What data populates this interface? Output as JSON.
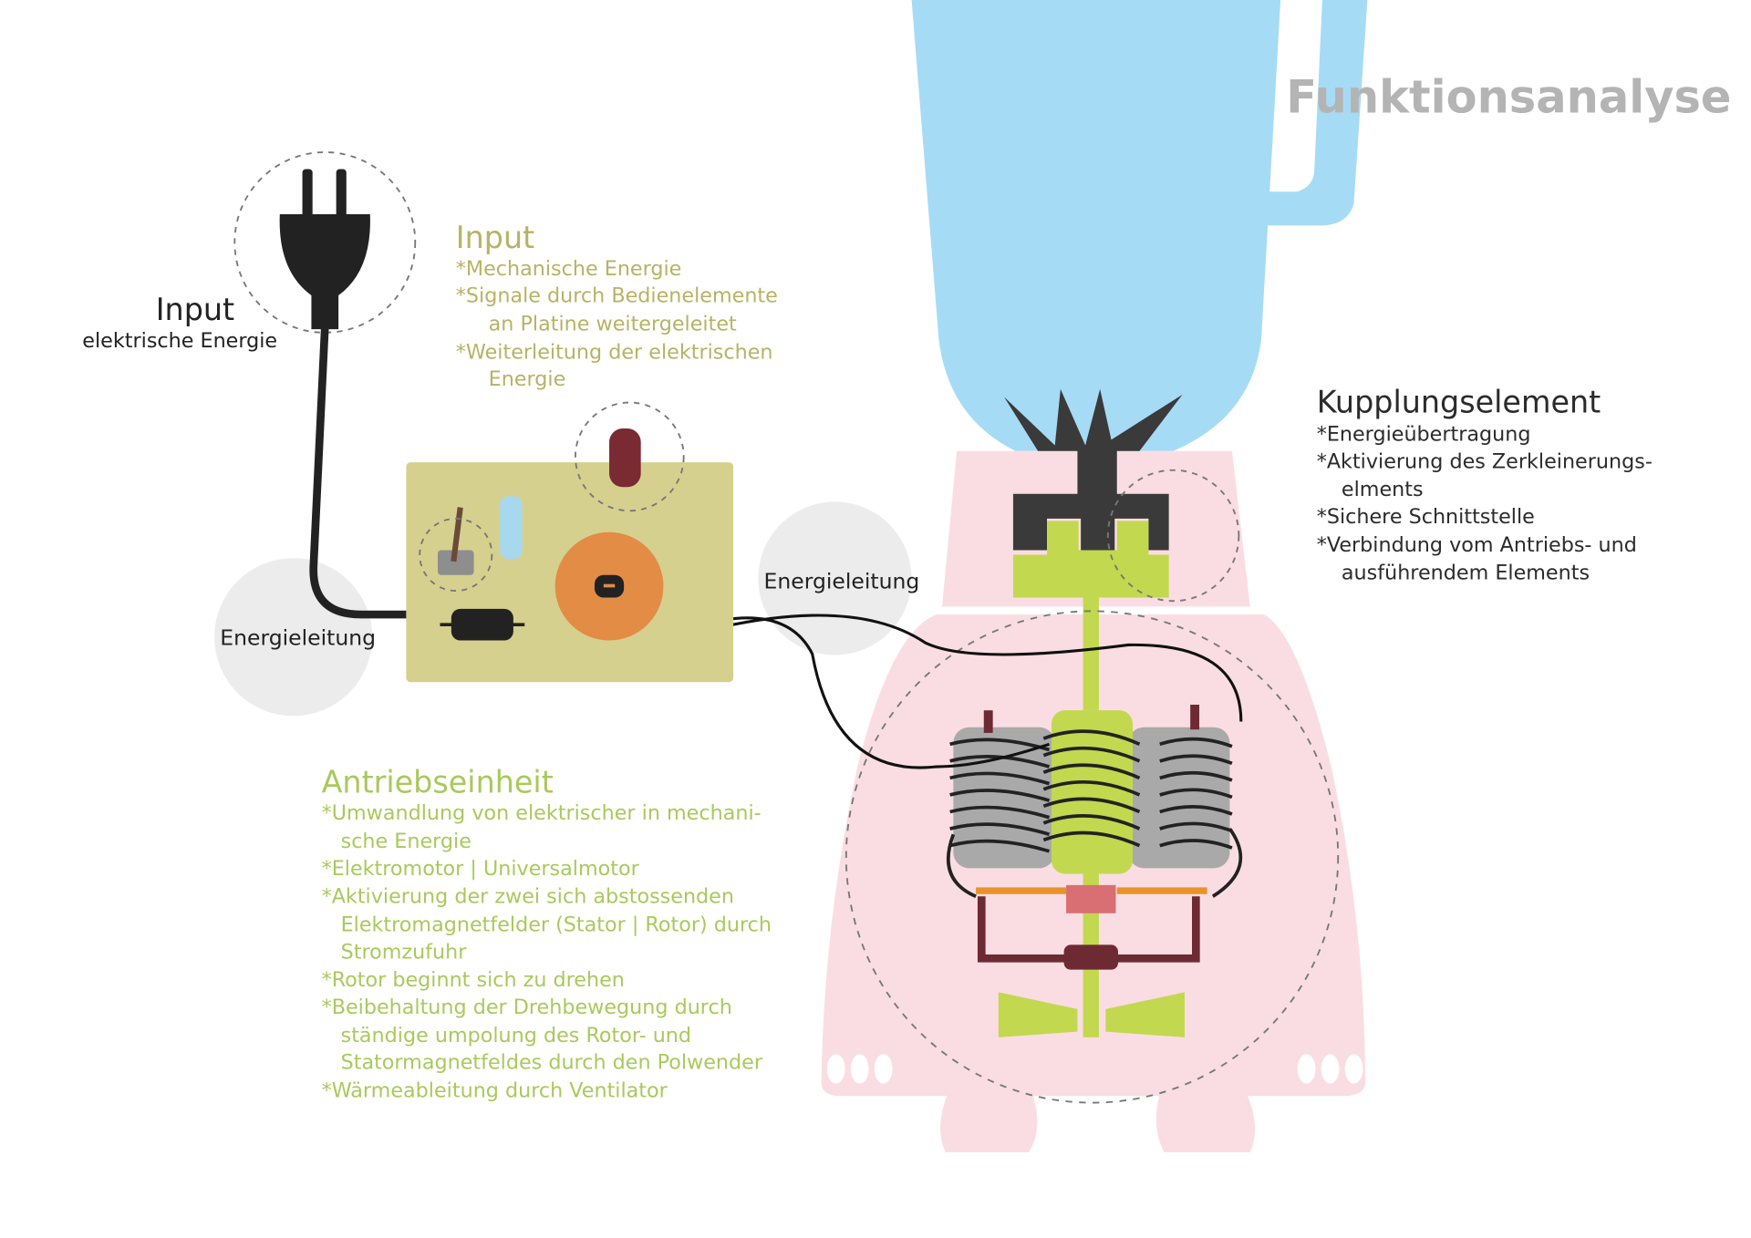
{
  "title": "Funktionsanalyse",
  "plug_label": {
    "heading": "Input",
    "sub": "elektrische Energie"
  },
  "board_input": {
    "heading": "Input",
    "lines": [
      "*Mechanische Energie",
      "*Signale durch Bedienelemente",
      "an Platine weitergeleitet",
      "*Weiterleitung der elektrischen",
      "Energie"
    ]
  },
  "energy_line_left": "Energieleitung",
  "energy_line_right": "Energieleitung",
  "coupling": {
    "heading": "Kupplungselement",
    "lines": [
      "*Energieübertragung",
      "*Aktivierung des Zerkleinerungs-",
      "elments",
      "*Sichere Schnittstelle",
      "*Verbindung vom Antriebs- und",
      "ausführendem Elements"
    ]
  },
  "drive": {
    "heading": "Antriebseinheit",
    "lines": [
      "*Umwandlung von elektrischer in mechani-",
      "sche Energie",
      "*Elektromotor | Universalmotor",
      "*Aktivierung der zwei sich abstossenden",
      "Elektromagnetfelder (Stator | Rotor) durch",
      "Stromzufuhr",
      "*Rotor beginnt sich zu drehen",
      "*Beibehaltung der Drehbewegung durch",
      "ständige umpolung des Rotor- und",
      "Statormagnetfeldes durch den Polwender",
      "*Wärmeableitung durch Ventilator"
    ]
  },
  "colors": {
    "jug": "#a6dbf5",
    "base": "#fadde2",
    "board": "#d6d08e",
    "knob": "#e28c46",
    "shaft": "#c2d84f",
    "maroon": "#6e2a33"
  }
}
